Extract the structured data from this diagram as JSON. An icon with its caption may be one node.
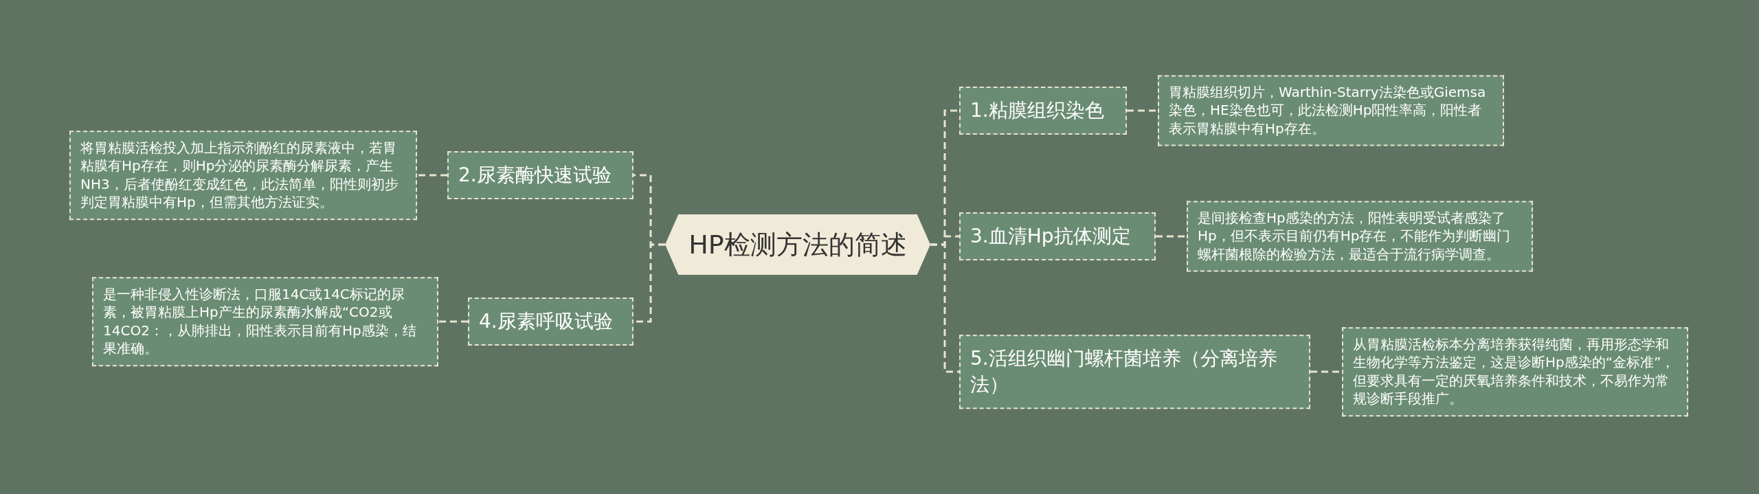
{
  "diagram": {
    "nodes": [
      {
        "text": [
          "HP检测方法的简述"
        ]
      },
      {
        "text": [
          "1.粘膜组织染色"
        ]
      },
      {
        "text": [
          "胃粘膜组织切片，Warthin-Starry法染色或Giemsa染色，HE染色也可，此法检测Hp阳性率高，阳性者表示胃粘膜中有Hp存在。"
        ]
      },
      {
        "text": [
          "2.尿素酶快速试验"
        ]
      },
      {
        "text": [
          "将胃粘膜活检投入加上指示剂酚红的尿素液中，若胃粘膜有Hp存在，则Hp分泌的尿素酶分解尿素，产生NH3，后者使酚红变成红色，此法简单，阳性则初步判定胃粘膜中有Hp，但需其他方法证实。"
        ]
      },
      {
        "text": [
          "3.血清Hp抗体测定"
        ]
      },
      {
        "text": [
          "是间接检查Hp感染的方法，阳性表明受试者感染了Hp，但不表示目前仍有Hp存在，不能作为判断幽门螺杆菌根除的检验方法，最适合于流行病学调查。"
        ]
      },
      {
        "text": [
          "4.尿素呼吸试验"
        ]
      },
      {
        "text": [
          "是一种非侵入性诊断法，口服14C或14C标记的尿素，被胃粘膜上Hp产生的尿素酶水解成“CO2或14CO2：，从肺排出，阳性表示目前有Hp感染，结果准确。"
        ]
      },
      {
        "text": [
          "5.活组织幽门螺杆菌培养（分离培养法）"
        ]
      },
      {
        "text": [
          "从胃粘膜活检标本分离培养获得纯菌，再用形态学和生物化学等方法鉴定，这是诊断Hp感染的“金标准”，但要求具有一定的厌氧培养条件和技术，不易作为常规诊断手段推广。"
        ]
      }
    ],
    "edges": [
      {
        "from": 0,
        "to": 1,
        "arrow": "none"
      },
      {
        "from": 1,
        "to": 2,
        "arrow": "none"
      },
      {
        "from": 0,
        "to": 3,
        "arrow": "none"
      },
      {
        "from": 3,
        "to": 4,
        "arrow": "none"
      },
      {
        "from": 0,
        "to": 5,
        "arrow": "none"
      },
      {
        "from": 5,
        "to": 6,
        "arrow": "none"
      },
      {
        "from": 0,
        "to": 7,
        "arrow": "none"
      },
      {
        "from": 7,
        "to": 8,
        "arrow": "none"
      },
      {
        "from": 0,
        "to": 9,
        "arrow": "none"
      },
      {
        "from": 9,
        "to": 10,
        "arrow": "none"
      }
    ]
  }
}
